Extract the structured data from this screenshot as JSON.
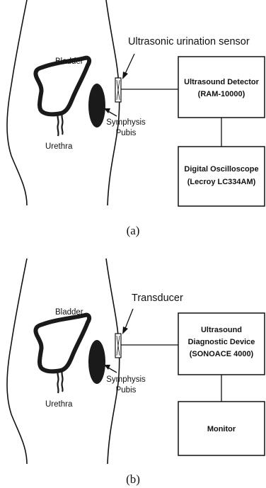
{
  "panel_a": {
    "bladder_label": "Bladder",
    "urethra_label": "Urethra",
    "pubis_label_line1": "Symphysis",
    "pubis_label_line2": "Pubis",
    "sensor_label": "Ultrasonic urination sensor",
    "detector_line1": "Ultrasound Detector",
    "detector_line2": "(RAM-10000)",
    "scope_line1": "Digital Oscilloscope",
    "scope_line2": "(Lecroy LC334AM)",
    "caption": "(a)"
  },
  "panel_b": {
    "bladder_label": "Bladder",
    "urethra_label": "Urethra",
    "pubis_label_line1": "Symphysis",
    "pubis_label_line2": "Pubis",
    "sensor_label": "Transducer",
    "device_line1": "Ultrasound",
    "device_line2": "Diagnostic Device",
    "device_line3": "(SONOACE 4000)",
    "monitor_label": "Monitor",
    "caption": "(b)"
  }
}
